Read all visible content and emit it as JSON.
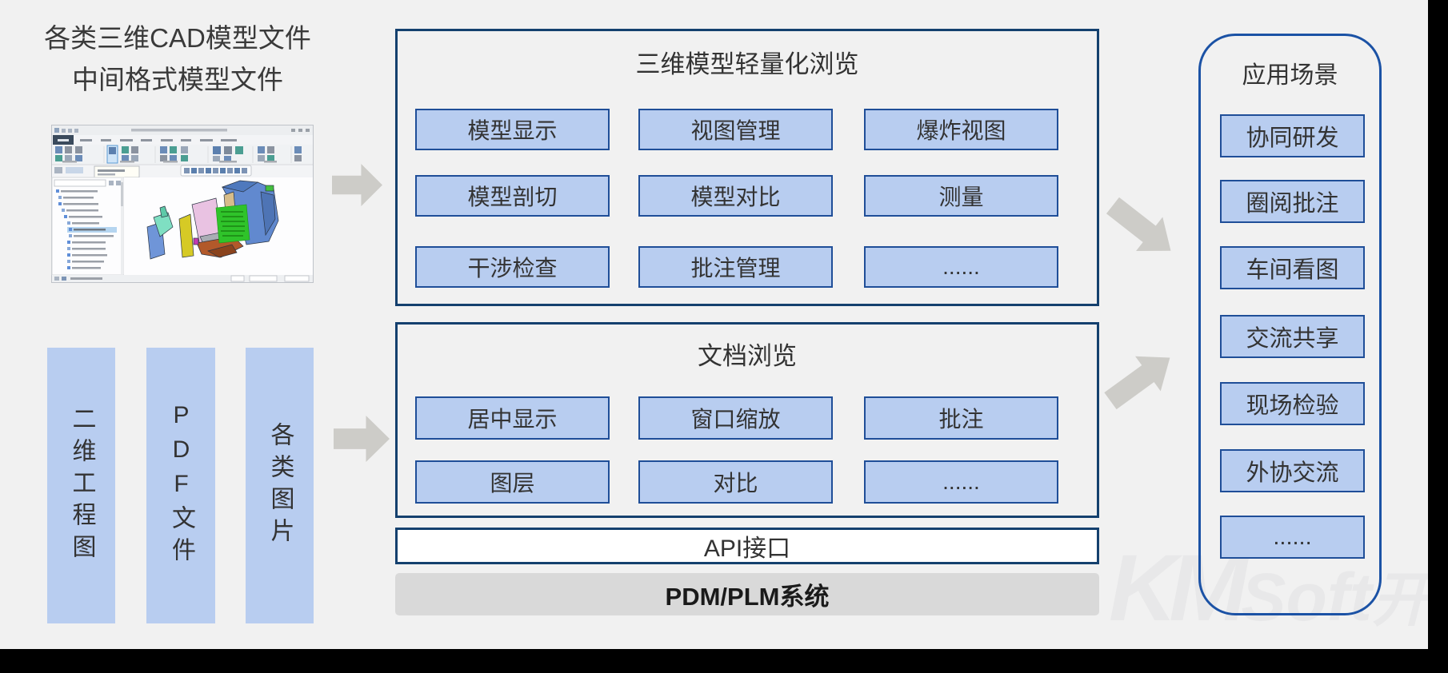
{
  "diagram": {
    "source_label": {
      "line1": "各类三维CAD模型文件",
      "line2": "中间格式模型文件"
    },
    "input_bars": [
      {
        "label": "二维工程图"
      },
      {
        "label": "PDF文件"
      },
      {
        "label": "各类图片"
      }
    ],
    "model_panel": {
      "title": "三维模型轻量化浏览",
      "items": [
        {
          "label": "模型显示"
        },
        {
          "label": "视图管理"
        },
        {
          "label": "爆炸视图"
        },
        {
          "label": "模型剖切"
        },
        {
          "label": "模型对比"
        },
        {
          "label": "测量"
        },
        {
          "label": "干涉检查"
        },
        {
          "label": "批注管理"
        },
        {
          "label": "......"
        }
      ]
    },
    "doc_panel": {
      "title": "文档浏览",
      "items": [
        {
          "label": "居中显示"
        },
        {
          "label": "窗口缩放"
        },
        {
          "label": "批注"
        },
        {
          "label": "图层"
        },
        {
          "label": "对比"
        },
        {
          "label": "......"
        }
      ]
    },
    "api_layer": {
      "label": "API接口"
    },
    "pdm_layer": {
      "label": "PDM/PLM系统"
    },
    "scenario_panel": {
      "title": "应用场景",
      "items": [
        {
          "label": "协同研发"
        },
        {
          "label": "圈阅批注"
        },
        {
          "label": "车间看图"
        },
        {
          "label": "交流共享"
        },
        {
          "label": "现场检验"
        },
        {
          "label": "外协交流"
        },
        {
          "label": "......"
        }
      ]
    },
    "watermark": {
      "monogram": "KM",
      "word": "Soft",
      "suffix": "开目"
    }
  },
  "colors": {
    "background": "#f1f1f1",
    "frame": "#000000",
    "box_fill": "#b8cdf0",
    "box_border": "#1f4e98",
    "panel_border": "#14406e",
    "scenario_border": "#1b52a5",
    "arrow": "#cdccc8",
    "api_fill": "#ffffff",
    "pdm_fill": "#d9d9d9",
    "text": "#333333"
  }
}
